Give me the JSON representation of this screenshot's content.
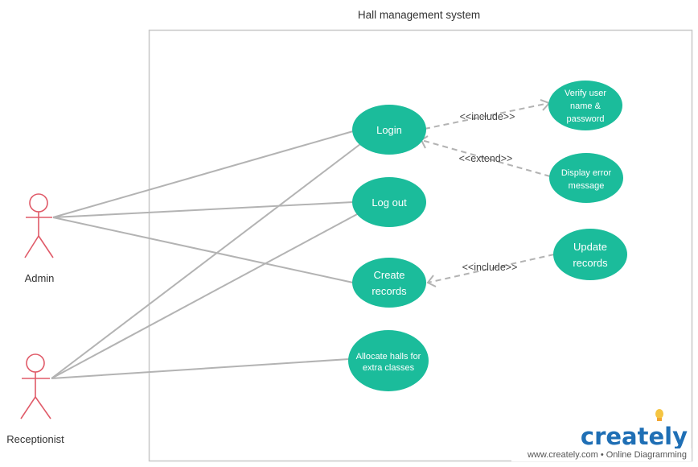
{
  "diagram": {
    "title": "Hall management system",
    "colors": {
      "usecase": "#1bbc9b",
      "actor": "#e05a68",
      "line": "#b3b3b3",
      "boundary": "#c8c8c8"
    },
    "actors": [
      {
        "id": "admin",
        "label": "Admin"
      },
      {
        "id": "receptionist",
        "label": "Receptionist"
      }
    ],
    "use_cases": [
      {
        "id": "login",
        "lines": [
          "Login"
        ]
      },
      {
        "id": "logout",
        "lines": [
          "Log out"
        ]
      },
      {
        "id": "create",
        "lines": [
          "Create",
          "records"
        ]
      },
      {
        "id": "allocate",
        "lines": [
          "Allocate halls for",
          "extra classes"
        ]
      },
      {
        "id": "verify",
        "lines": [
          "Verify user",
          "name &",
          "password"
        ]
      },
      {
        "id": "error",
        "lines": [
          "Display error",
          "message"
        ]
      },
      {
        "id": "update",
        "lines": [
          "Update",
          "records"
        ]
      }
    ],
    "relations": [
      {
        "id": "login-verify",
        "label": "<<include>>"
      },
      {
        "id": "error-login",
        "label": "<<extend>>"
      },
      {
        "id": "update-create",
        "label": "<<include>>"
      }
    ]
  },
  "watermark": {
    "logo_text": "creately",
    "footer": "www.creately.com • Online Diagramming",
    "logo_color": "#1f6fb5",
    "bulb_color": "#f5c542"
  }
}
